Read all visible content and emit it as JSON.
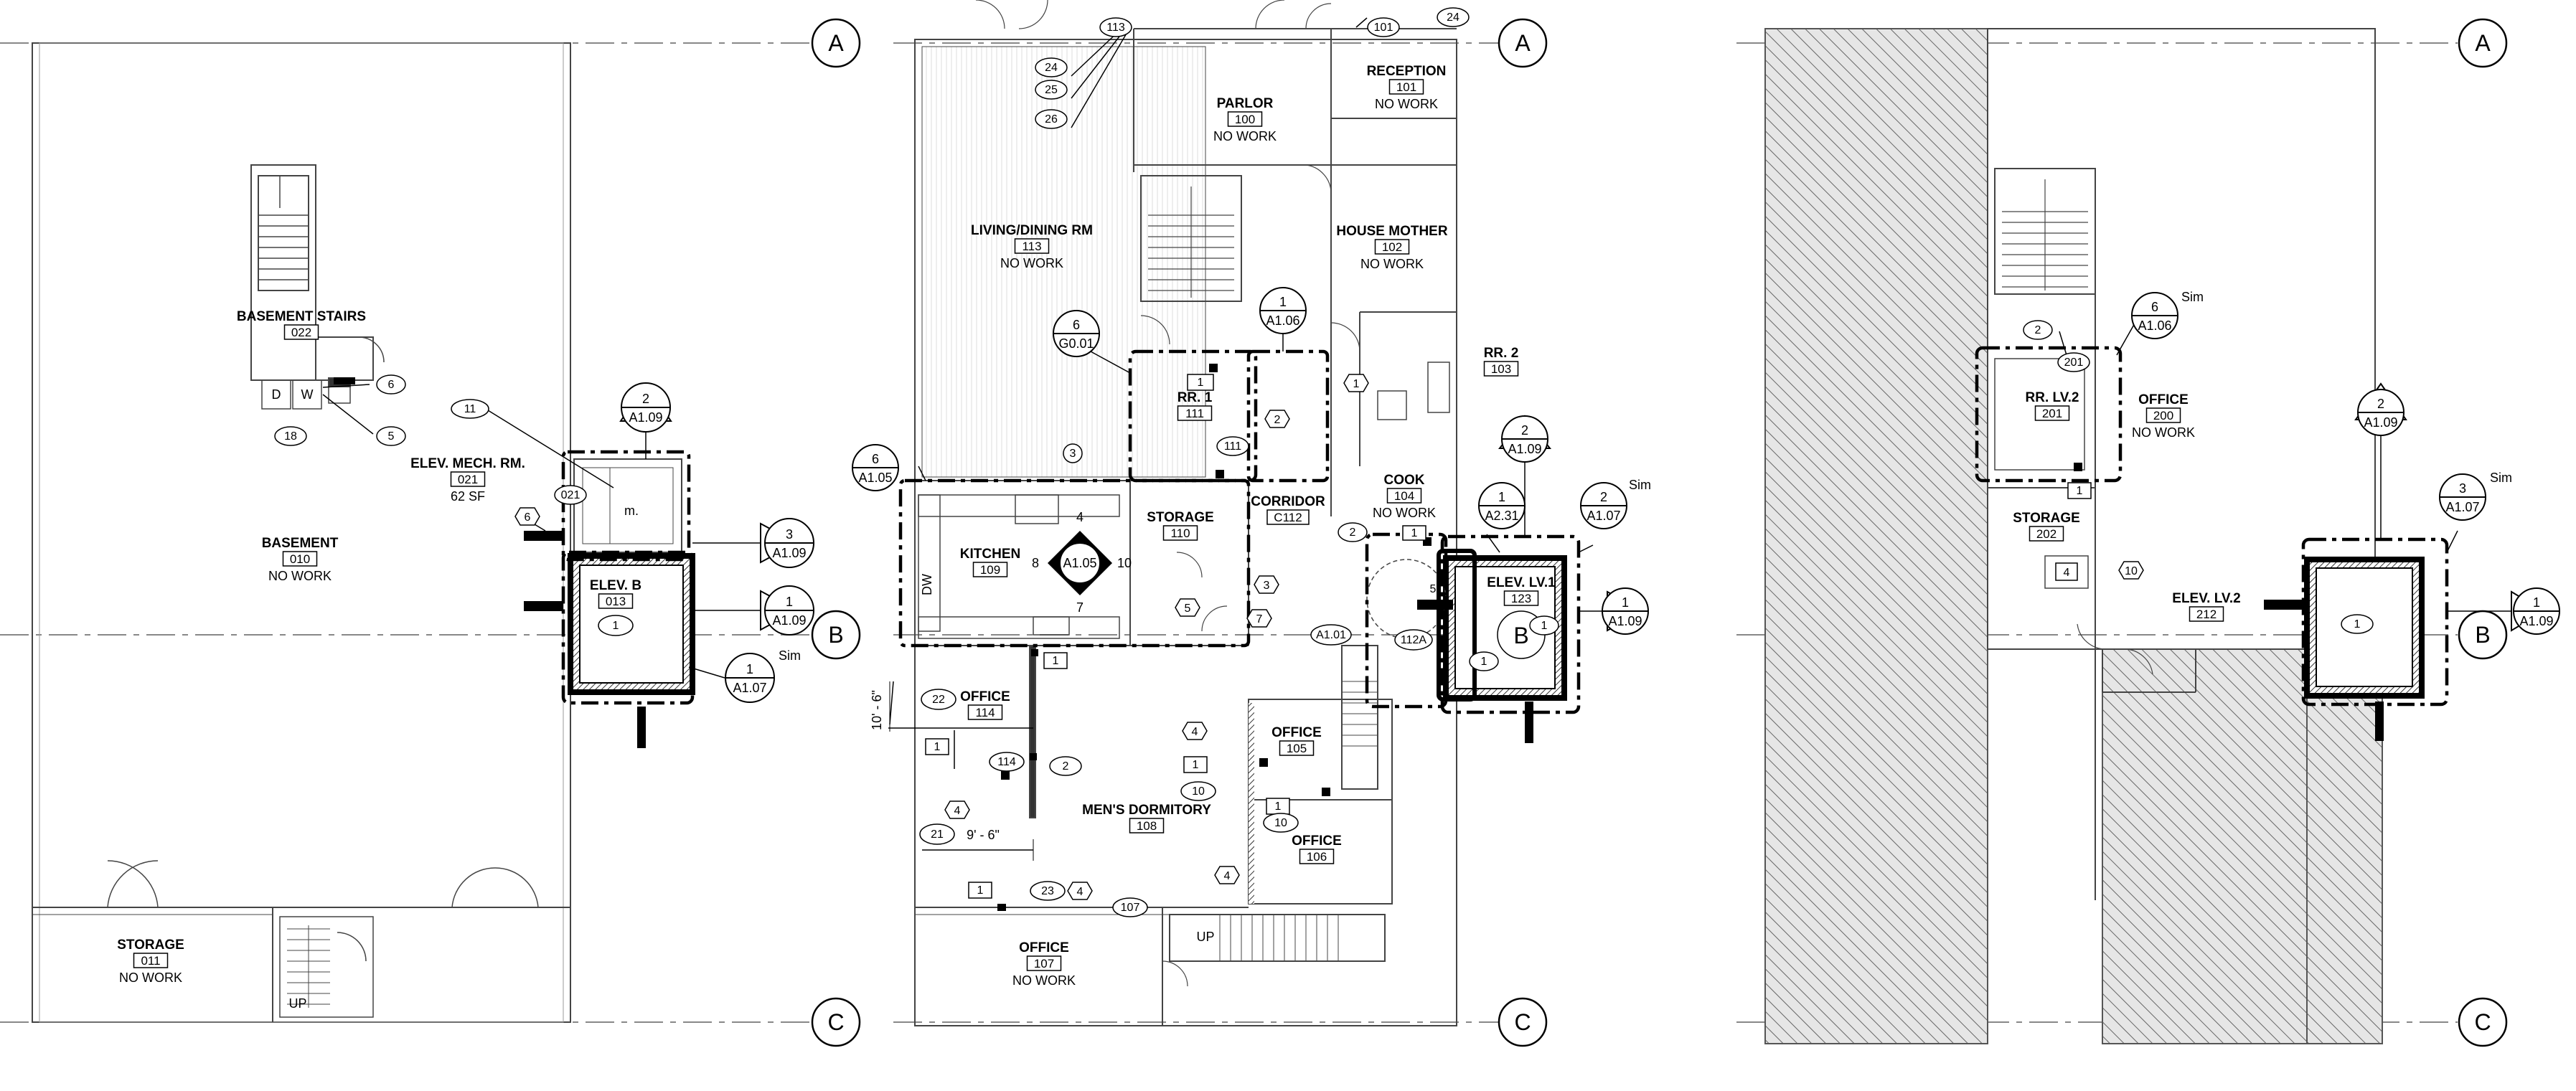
{
  "grid": {
    "labels": [
      "A",
      "B",
      "C"
    ]
  },
  "rooms": [
    {
      "id": "basement-stairs",
      "name": "BASEMENT STAIRS",
      "num": "022",
      "note": ""
    },
    {
      "id": "elev-mech",
      "name": "ELEV. MECH. RM.",
      "num": "021",
      "note": "62 SF"
    },
    {
      "id": "basement",
      "name": "BASEMENT",
      "num": "010",
      "note": "NO WORK"
    },
    {
      "id": "elev-b",
      "name": "ELEV. B",
      "num": "013",
      "note": ""
    },
    {
      "id": "storage-011",
      "name": "STORAGE",
      "num": "011",
      "note": "NO WORK"
    },
    {
      "id": "parlor",
      "name": "PARLOR",
      "num": "100",
      "note": "NO WORK"
    },
    {
      "id": "reception",
      "name": "RECEPTION",
      "num": "101",
      "note": "NO WORK"
    },
    {
      "id": "living",
      "name": "LIVING/DINING RM",
      "num": "113",
      "note": "NO WORK"
    },
    {
      "id": "house-mother",
      "name": "HOUSE MOTHER",
      "num": "102",
      "note": "NO WORK"
    },
    {
      "id": "rr2",
      "name": "RR. 2",
      "num": "103",
      "note": ""
    },
    {
      "id": "rr1",
      "name": "RR. 1",
      "num": "111",
      "note": ""
    },
    {
      "id": "corridor",
      "name": "CORRIDOR",
      "num": "C112",
      "note": ""
    },
    {
      "id": "cook",
      "name": "COOK",
      "num": "104",
      "note": "NO WORK"
    },
    {
      "id": "storage-110",
      "name": "STORAGE",
      "num": "110",
      "note": ""
    },
    {
      "id": "kitchen",
      "name": "KITCHEN",
      "num": "109",
      "note": ""
    },
    {
      "id": "elev-lv1",
      "name": "ELEV. LV.1",
      "num": "123",
      "note": ""
    },
    {
      "id": "office-114",
      "name": "OFFICE",
      "num": "114",
      "note": ""
    },
    {
      "id": "office-105",
      "name": "OFFICE",
      "num": "105",
      "note": ""
    },
    {
      "id": "mens-dorm",
      "name": "MEN'S DORMITORY",
      "num": "108",
      "note": ""
    },
    {
      "id": "office-106",
      "name": "OFFICE",
      "num": "106",
      "note": ""
    },
    {
      "id": "office-107",
      "name": "OFFICE",
      "num": "107",
      "note": "NO WORK"
    },
    {
      "id": "rr-lv2",
      "name": "RR. LV.2",
      "num": "201",
      "note": ""
    },
    {
      "id": "office-200",
      "name": "OFFICE",
      "num": "200",
      "note": "NO WORK"
    },
    {
      "id": "storage-202",
      "name": "STORAGE",
      "num": "202",
      "note": ""
    },
    {
      "id": "elev-lv2",
      "name": "ELEV. LV.2",
      "num": "212",
      "note": ""
    }
  ],
  "callouts": {
    "c_2_a109_l": {
      "num": "2",
      "sheet": "A1.09"
    },
    "c_3_a109_l": {
      "num": "3",
      "sheet": "A1.09"
    },
    "c_1_a109_l": {
      "num": "1",
      "sheet": "A1.09"
    },
    "c_1_a107_l": {
      "num": "1",
      "sheet": "A1.07"
    },
    "c_6_a105": {
      "num": "6",
      "sheet": "A1.05"
    },
    "c_6_g001": {
      "num": "6",
      "sheet": "G0.01"
    },
    "c_1_a106": {
      "num": "1",
      "sheet": "A1.06"
    },
    "c_1_a231": {
      "num": "1",
      "sheet": "A2.31"
    },
    "c_2_a109_m": {
      "num": "2",
      "sheet": "A1.09"
    },
    "c_2_a107_m": {
      "num": "2",
      "sheet": "A1.07"
    },
    "c_1_a109_m": {
      "num": "1",
      "sheet": "A1.09"
    },
    "c_6_a106_r": {
      "num": "6",
      "sheet": "A1.06"
    },
    "c_2_a109_r": {
      "num": "2",
      "sheet": "A1.09"
    },
    "c_3_a107_r": {
      "num": "3",
      "sheet": "A1.07"
    },
    "c_1_a109_r": {
      "num": "1",
      "sheet": "A1.09"
    }
  },
  "interior_elev": {
    "center": "A1.05",
    "n": "4",
    "s": "7",
    "w": "8",
    "e": "10"
  },
  "sim_label": "Sim",
  "dims": {
    "vertical": "10' - 6\"",
    "horizontal": "9' - 6\""
  },
  "up_label": "UP",
  "appliances": {
    "dryer": "D",
    "washer": "W",
    "dishwasher": "DW",
    "m": "m."
  },
  "tags": {
    "t24a": "24",
    "t25": "25",
    "t26": "26",
    "t113top": "113",
    "t101top": "101",
    "t24b": "24",
    "t18": "18",
    "t6k": "6",
    "t5k": "5",
    "t11": "11",
    "t021": "021",
    "t6b": "6",
    "t1elevb": "1",
    "t3k": "3",
    "t3s": "3",
    "t5s": "5",
    "t7s": "7",
    "t1rr1": "1",
    "t111": "111",
    "t2rr1": "2",
    "t1rr2": "1",
    "t2cook": "2",
    "t1cook": "1",
    "t5cook": "5",
    "t1elev1": "1",
    "t112a": "112A",
    "tA101": "A1.01",
    "tB": "B",
    "t22": "22",
    "t1o114": "1",
    "t1door": "1",
    "t114": "114",
    "t2o114": "2",
    "t4o114": "4",
    "t21": "21",
    "t4o105": "4",
    "t1o105": "1",
    "t10o105": "10",
    "t1o106": "1",
    "t10o106": "10",
    "t4o106": "4",
    "t1o107": "1",
    "t23": "23",
    "t4o107": "4",
    "t107": "107",
    "t2lv2": "2",
    "t201": "201",
    "t1lv2": "1",
    "t4st": "4",
    "t10st": "10",
    "t1elev2": "1"
  }
}
